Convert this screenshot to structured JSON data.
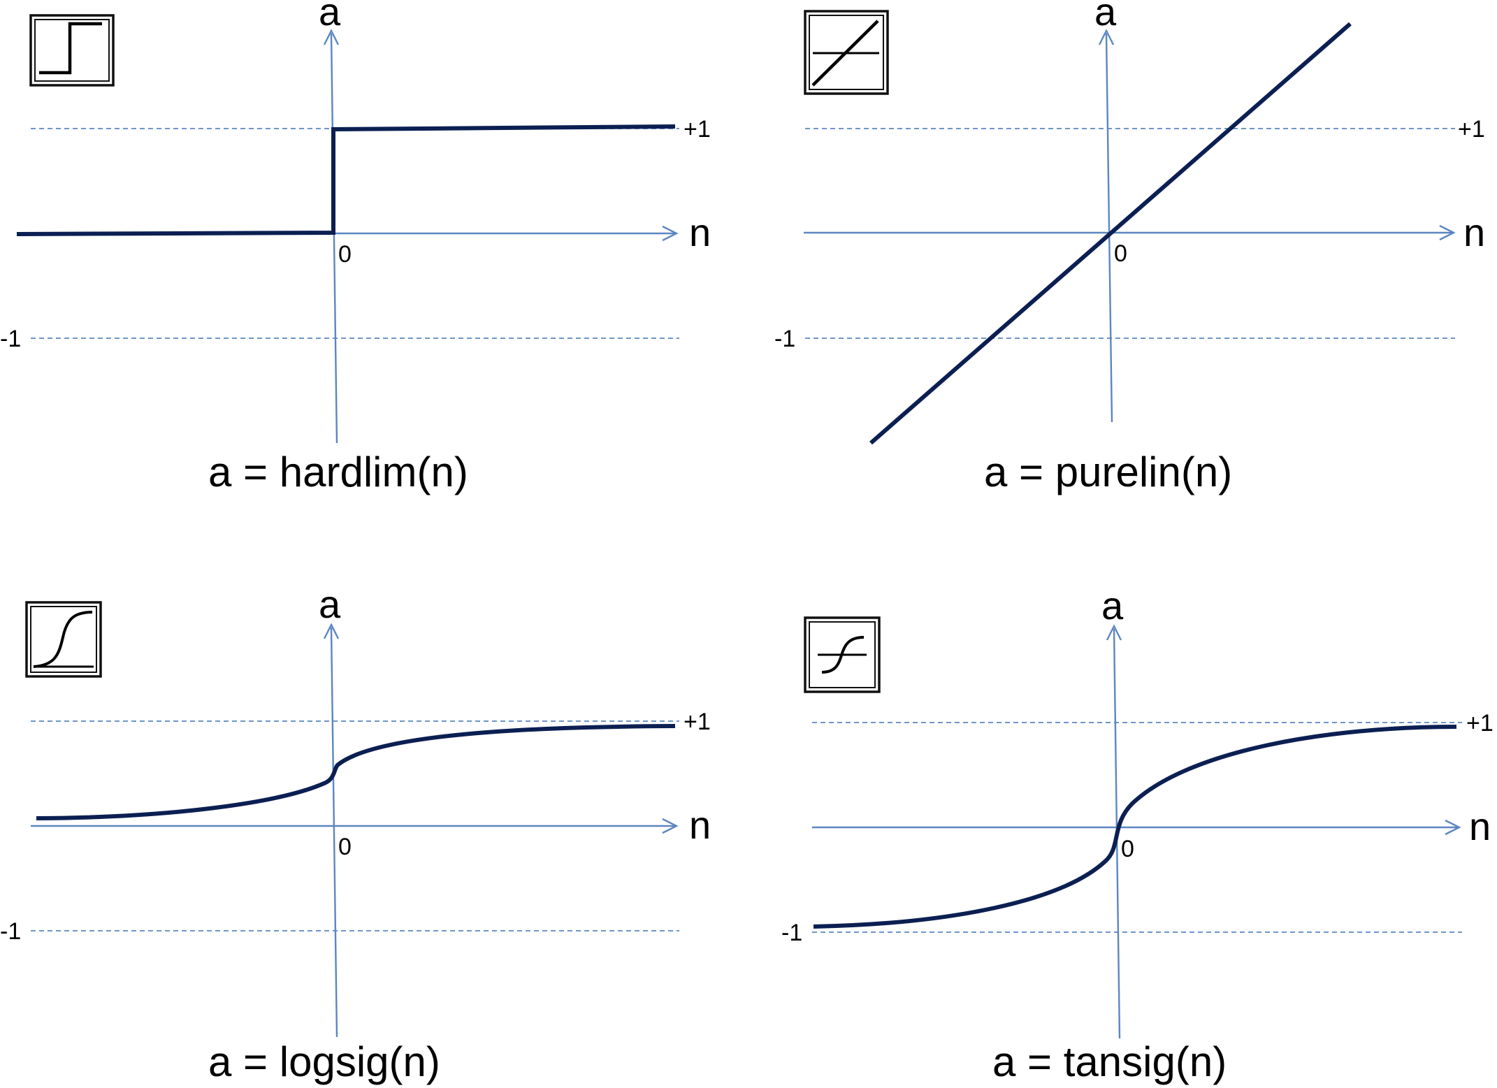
{
  "panels": [
    {
      "id": "hardlim",
      "icon": "step-function-icon",
      "formula": "a = hardlim(n)",
      "y_axis_label": "a",
      "x_axis_label": "n",
      "origin_label": "0",
      "plus_one_label": "+1",
      "minus_one_label": "-1"
    },
    {
      "id": "purelin",
      "icon": "linear-function-icon",
      "formula": "a = purelin(n)",
      "y_axis_label": "a",
      "x_axis_label": "n",
      "origin_label": "0",
      "plus_one_label": "+1",
      "minus_one_label": "-1"
    },
    {
      "id": "logsig",
      "icon": "log-sigmoid-icon",
      "formula": "a = logsig(n)",
      "y_axis_label": "a",
      "x_axis_label": "n",
      "origin_label": "0",
      "plus_one_label": "+1",
      "minus_one_label": "-1"
    },
    {
      "id": "tansig",
      "icon": "tan-sigmoid-icon",
      "formula": "a = tansig(n)",
      "y_axis_label": "a",
      "x_axis_label": "n",
      "origin_label": "0",
      "plus_one_label": "+1",
      "minus_one_label": "-1"
    }
  ],
  "colors": {
    "axis": "#5b86c0",
    "curve": "#0b1f52",
    "text": "#000000"
  }
}
